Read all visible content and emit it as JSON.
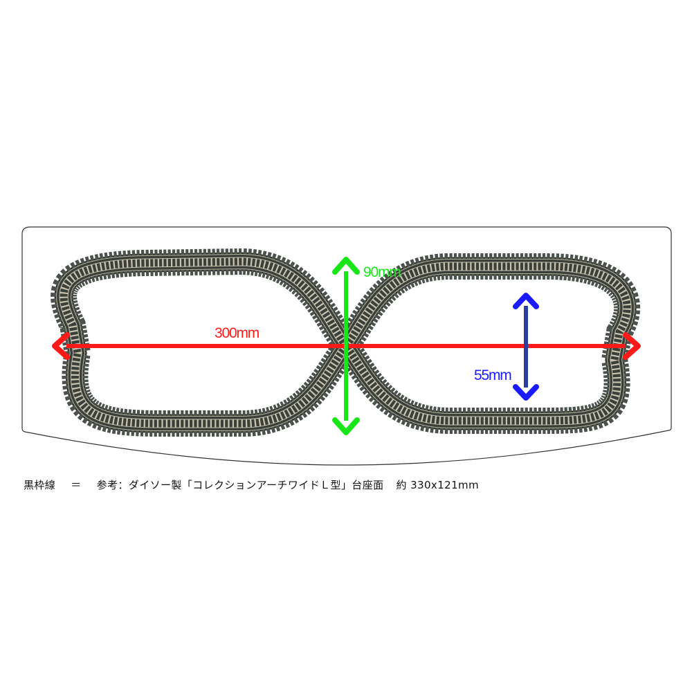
{
  "dimensions": {
    "total_length": {
      "label": "300mm",
      "color": "#ff1a1a"
    },
    "total_height": {
      "label": "90mm",
      "color": "#19e619"
    },
    "loop_height": {
      "label": "55mm",
      "color": "#1a1aff"
    }
  },
  "colors": {
    "base_outline": "#333333",
    "track_tie": "#3a3f3a",
    "track_rail": "#b8b2a0",
    "blue_shaft": "#2b3f9e"
  },
  "caption": {
    "term": "黒枠線",
    "equals": "＝",
    "reference": "参考：ダイソー製「コレクションアーチワイドＬ型」台座面",
    "size": "約 330x121mm"
  }
}
